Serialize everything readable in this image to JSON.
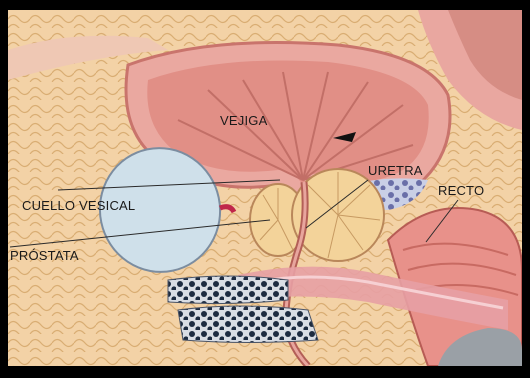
{
  "labels": {
    "bladder": "VEJIGA",
    "urethra": "URETRA",
    "rectum": "RECTO",
    "bladder_neck": "CUELLO VESICAL",
    "prostate": "PRÓSTATA"
  },
  "colors": {
    "frame": "#000000",
    "bladder_wall": "#e9a59c",
    "bladder_lumen": "#d98a80",
    "fat": "#f2cfa0",
    "bone": "#cfe0ea",
    "prostate": "#f3d39a",
    "rectum": "#e58f86",
    "stool": "#1c2a3d"
  }
}
